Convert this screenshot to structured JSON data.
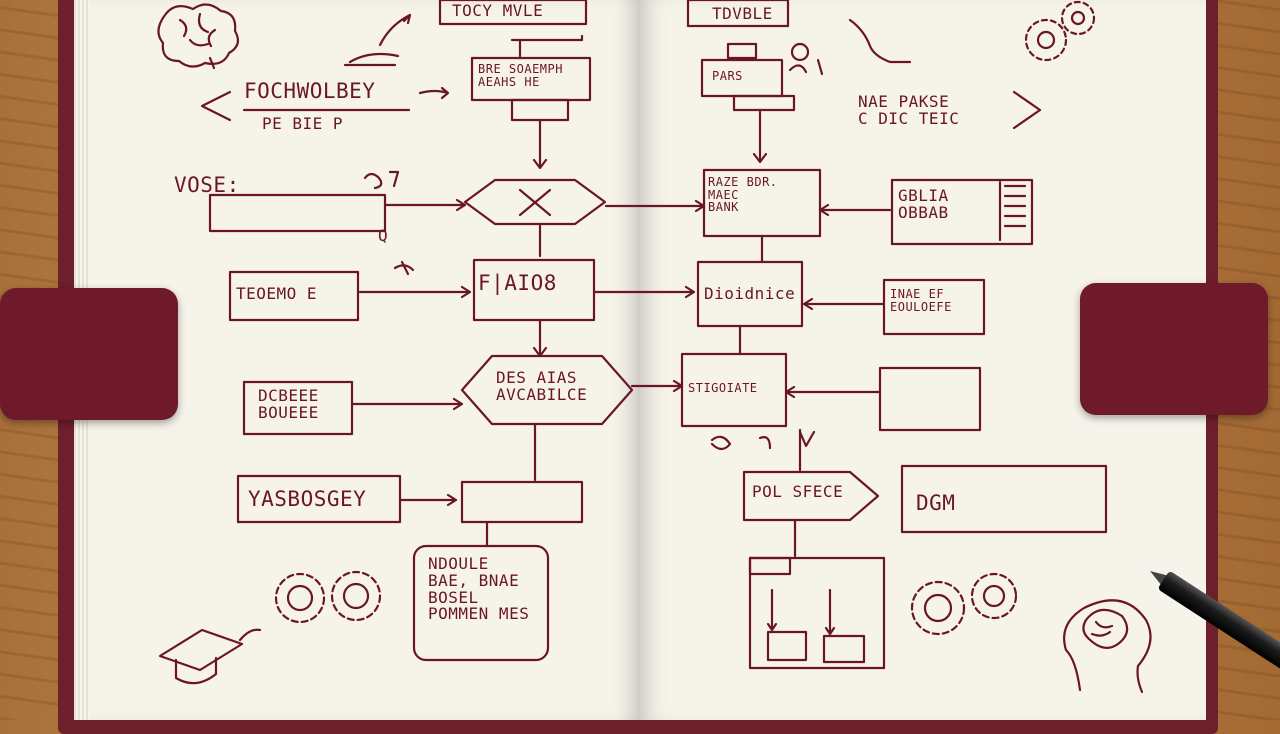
{
  "photo": {
    "subject": "open notebook with hand-drawn flowchart"
  },
  "left_page": {
    "title": "FOCHWOLBEY",
    "title_sub": "PE BIE P",
    "top_box": "TOCY MVLE",
    "box_a": "BRE SOAEMPH\nAEAHS HE",
    "label_vose": "VOSE:",
    "label_q": "Q",
    "box_b": "TEOEMO E",
    "box_c": "F|AIO8",
    "box_d": "DCBEEE\nBOUEEE",
    "hex": "DES AIAS\nAVCABILCE",
    "box_e": "YASBOSGEY",
    "box_f": "NDOULE\nBAE, BNAE\nBOSEL\nPOMMEN MES"
  },
  "right_page": {
    "top_box": "TDVBLE",
    "box_pars": "PARS",
    "note": "NAE PAKSE\nC DIC TEIC",
    "box_rate": "RAZE BDR.\nMAEC\nBANK",
    "box_side_a": "GBLIA\nOBBAB",
    "box_diol": "Dioidnice",
    "box_side_b": "INAE EF\nEOULOEFE",
    "box_stigo": "STIGOIATE",
    "box_pol": "POL SFECE",
    "box_dgm": "DGM"
  },
  "icons": [
    "brain-icon",
    "gears-icon",
    "graduation-cap-icon",
    "head-brain-icon",
    "pen-icon"
  ],
  "colors": {
    "ink": "#6a1626",
    "paper": "#f6f3ea",
    "cover": "#6d1f2c",
    "wood": "#b97c42"
  }
}
